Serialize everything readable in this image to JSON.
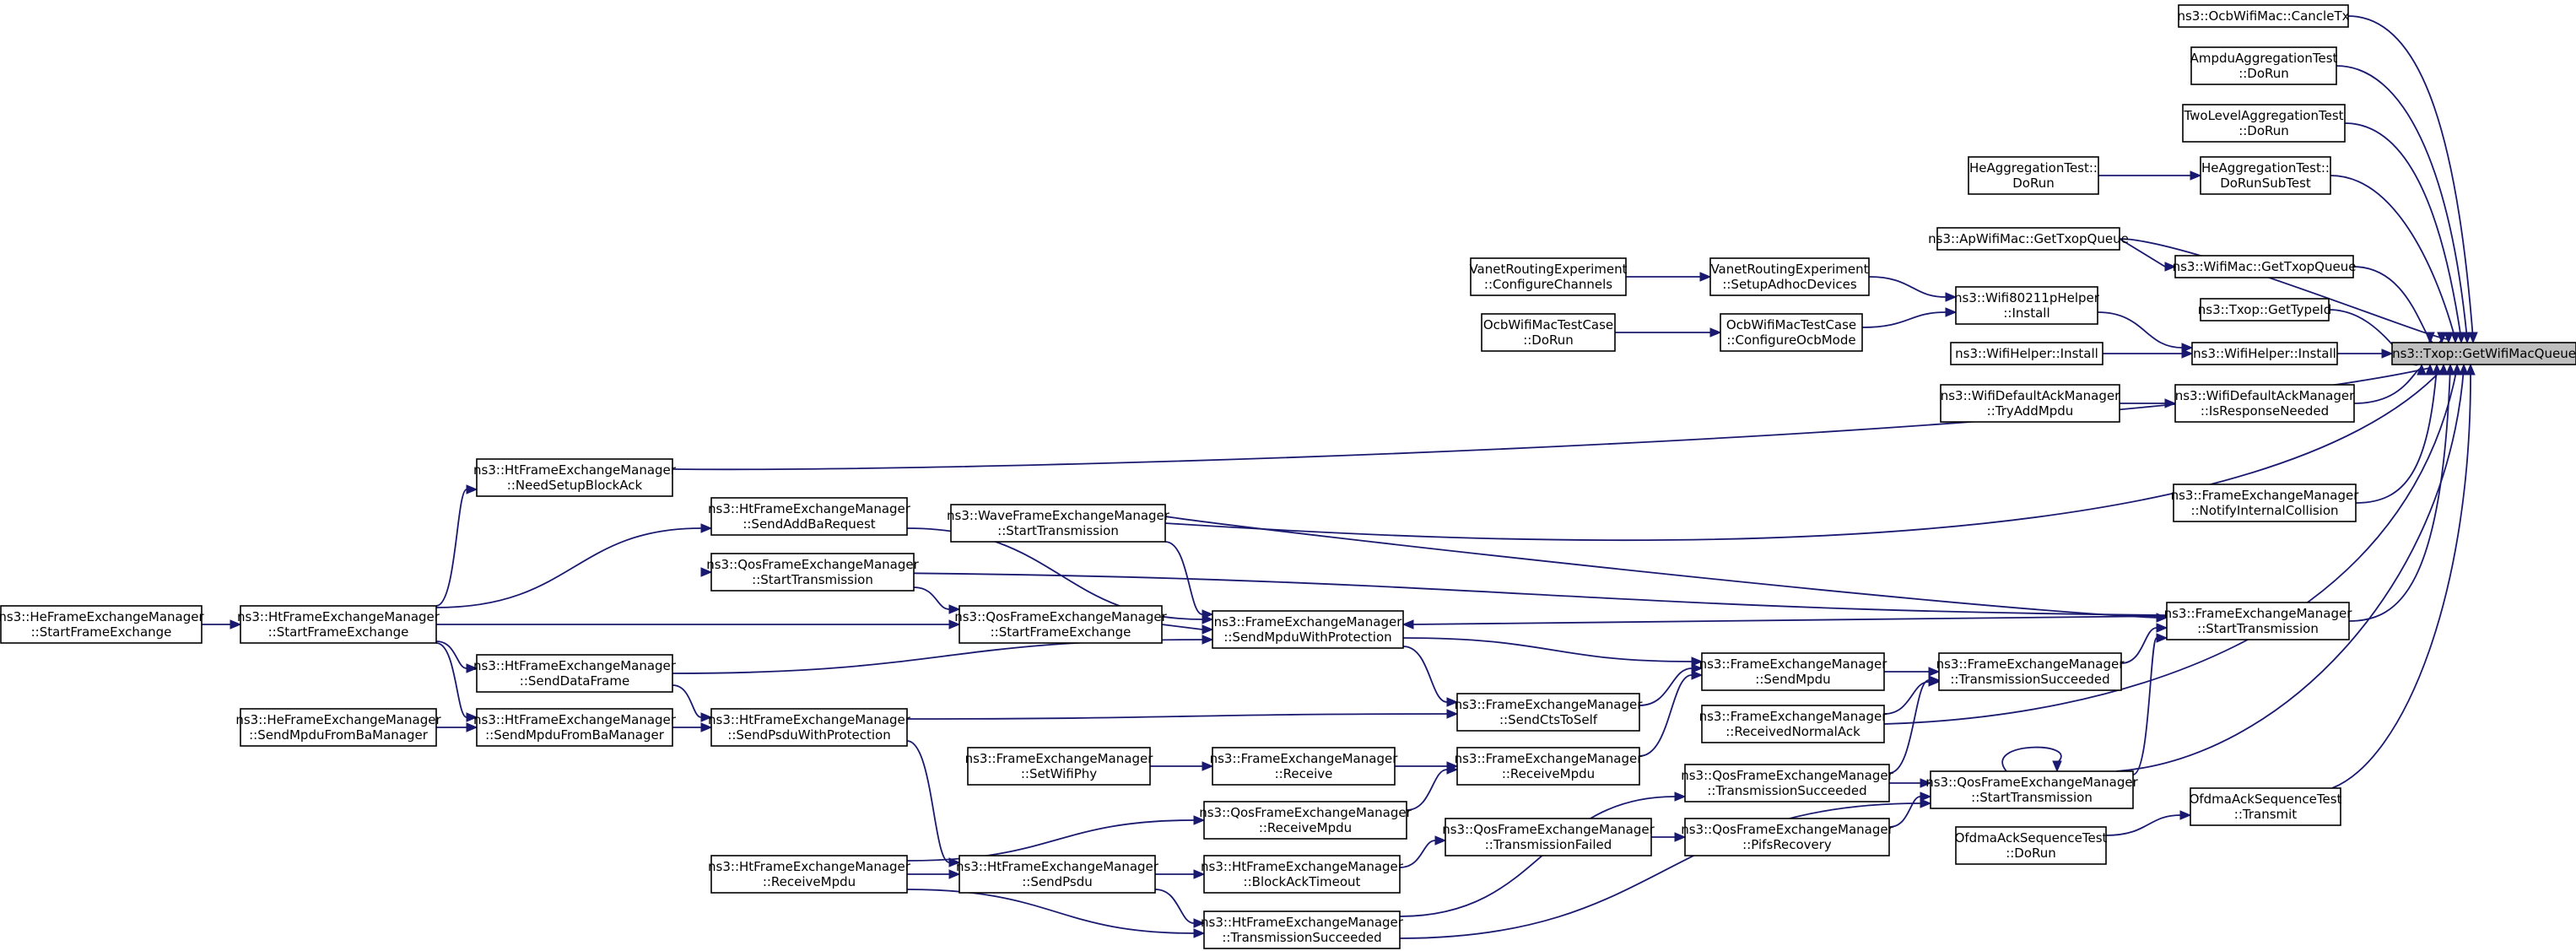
{
  "colors": {
    "edge": "#191970",
    "node_border": "#000000",
    "node_fill": "#ffffff",
    "focus_fill": "#bfbfbf"
  },
  "nodes": {
    "getwifimacqueue": [
      "ns3::Txop::GetWifiMacQueue"
    ],
    "ocb_cancletx": [
      "ns3::OcbWifiMac::CancleTx"
    ],
    "ampdu_dorun": [
      "AmpduAggregationTest",
      "::DoRun"
    ],
    "twolevel_dorun": [
      "TwoLevelAggregationTest",
      "::DoRun"
    ],
    "he_dorun": [
      "HeAggregationTest::",
      "DoRun"
    ],
    "he_dorunsubtest": [
      "HeAggregationTest::",
      "DoRunSubTest"
    ],
    "ap_gettxopqueue": [
      "ns3::ApWifiMac::GetTxopQueue"
    ],
    "wifimac_gettxopqueue": [
      "ns3::WifiMac::GetTxopQueue"
    ],
    "vanet_configure": [
      "VanetRoutingExperiment",
      "::ConfigureChannels"
    ],
    "vanet_setup": [
      "VanetRoutingExperiment",
      "::SetupAdhocDevices"
    ],
    "wifi80211p_install": [
      "ns3::Wifi80211pHelper",
      "::Install"
    ],
    "txop_gettypeid": [
      "ns3::Txop::GetTypeId"
    ],
    "ocbtest_dorun": [
      "OcbWifiMacTestCase",
      "::DoRun"
    ],
    "ocbtest_configure": [
      "OcbWifiMacTestCase",
      "::ConfigureOcbMode"
    ],
    "wifihelper_install_a": [
      "ns3::WifiHelper::Install"
    ],
    "wifihelper_install_b": [
      "ns3::WifiHelper::Install"
    ],
    "defack_tryadd": [
      "ns3::WifiDefaultAckManager",
      "::TryAddMpdu"
    ],
    "defack_isresponse": [
      "ns3::WifiDefaultAckManager",
      "::IsResponseNeeded"
    ],
    "ht_needsetup": [
      "ns3::HtFrameExchangeManager",
      "::NeedSetupBlockAck"
    ],
    "fem_notifycollision": [
      "ns3::FrameExchangeManager",
      "::NotifyInternalCollision"
    ],
    "ht_sendaddba": [
      "ns3::HtFrameExchangeManager",
      "::SendAddBaRequest"
    ],
    "wave_starttx": [
      "ns3::WaveFrameExchangeManager",
      "::StartTransmission"
    ],
    "qos_starttx_left": [
      "ns3::QosFrameExchangeManager",
      "::StartTransmission"
    ],
    "he_startfe": [
      "ns3::HeFrameExchangeManager",
      "::StartFrameExchange"
    ],
    "ht_startfe": [
      "ns3::HtFrameExchangeManager",
      "::StartFrameExchange"
    ],
    "qos_startfe": [
      "ns3::QosFrameExchangeManager",
      "::StartFrameExchange"
    ],
    "fem_sendmpduwithprot": [
      "ns3::FrameExchangeManager",
      "::SendMpduWithProtection"
    ],
    "fem_starttx": [
      "ns3::FrameExchangeManager",
      "::StartTransmission"
    ],
    "ht_senddataframe": [
      "ns3::HtFrameExchangeManager",
      "::SendDataFrame"
    ],
    "fem_sendmpdu": [
      "ns3::FrameExchangeManager",
      "::SendMpdu"
    ],
    "fem_txsucceeded": [
      "ns3::FrameExchangeManager",
      "::TransmissionSucceeded"
    ],
    "he_sendmpdufromba": [
      "ns3::HeFrameExchangeManager",
      "::SendMpduFromBaManager"
    ],
    "ht_sendmpdufromba": [
      "ns3::HtFrameExchangeManager",
      "::SendMpduFromBaManager"
    ],
    "ht_sendpsduwithprot": [
      "ns3::HtFrameExchangeManager",
      "::SendPsduWithProtection"
    ],
    "fem_sendctstoself": [
      "ns3::FrameExchangeManager",
      "::SendCtsToSelf"
    ],
    "fem_receivednormalack": [
      "ns3::FrameExchangeManager",
      "::ReceivedNormalAck"
    ],
    "fem_setwifiphy": [
      "ns3::FrameExchangeManager",
      "::SetWifiPhy"
    ],
    "fem_receive": [
      "ns3::FrameExchangeManager",
      "::Receive"
    ],
    "fem_receivempdu": [
      "ns3::FrameExchangeManager",
      "::ReceiveMpdu"
    ],
    "qos_txsucceeded": [
      "ns3::QosFrameExchangeManager",
      "::TransmissionSucceeded"
    ],
    "qos_starttx_right": [
      "ns3::QosFrameExchangeManager",
      "::StartTransmission"
    ],
    "ofdma_transmit": [
      "OfdmaAckSequenceTest",
      "::Transmit"
    ],
    "qos_receivempdu": [
      "ns3::QosFrameExchangeManager",
      "::ReceiveMpdu"
    ],
    "qos_txfailed": [
      "ns3::QosFrameExchangeManager",
      "::TransmissionFailed"
    ],
    "qos_pifsrecovery": [
      "ns3::QosFrameExchangeManager",
      "::PifsRecovery"
    ],
    "ofdma_dorun": [
      "OfdmaAckSequenceTest",
      "::DoRun"
    ],
    "ht_receivempdu": [
      "ns3::HtFrameExchangeManager",
      "::ReceiveMpdu"
    ],
    "ht_sendpsdu": [
      "ns3::HtFrameExchangeManager",
      "::SendPsdu"
    ],
    "ht_blockacktimeout": [
      "ns3::HtFrameExchangeManager",
      "::BlockAckTimeout"
    ],
    "ht_txsucceeded": [
      "ns3::HtFrameExchangeManager",
      "::TransmissionSucceeded"
    ]
  }
}
